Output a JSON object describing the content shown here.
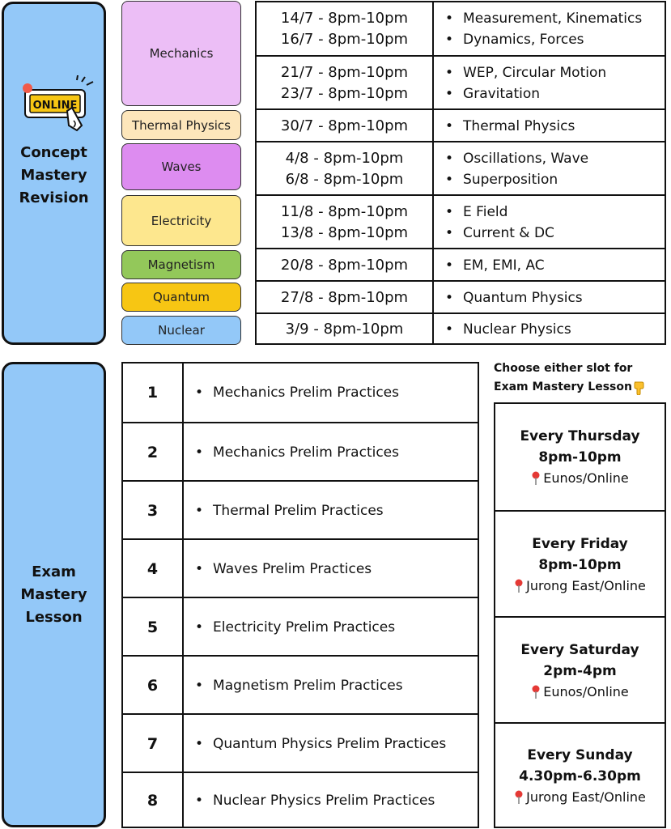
{
  "concept": {
    "title": "Concept\nMastery\nRevision",
    "badge_text": "ONLINE",
    "topics": [
      "Mechanics",
      "Thermal Physics",
      "Waves",
      "Electricity",
      "Magnetism",
      "Quantum",
      "Nuclear"
    ],
    "rows": [
      {
        "dates": [
          "14/7 - 8pm-10pm",
          "16/7 - 8pm-10pm"
        ],
        "topics": [
          "Measurement, Kinematics",
          "Dynamics, Forces"
        ]
      },
      {
        "dates": [
          "21/7 - 8pm-10pm",
          "23/7 - 8pm-10pm"
        ],
        "topics": [
          "WEP, Circular Motion",
          "Gravitation"
        ]
      },
      {
        "dates": [
          "30/7 - 8pm-10pm"
        ],
        "topics": [
          "Thermal Physics"
        ]
      },
      {
        "dates": [
          "4/8 - 8pm-10pm",
          "6/8 - 8pm-10pm"
        ],
        "topics": [
          "Oscillations, Wave",
          "Superposition"
        ]
      },
      {
        "dates": [
          "11/8 - 8pm-10pm",
          "13/8 - 8pm-10pm"
        ],
        "topics": [
          "E Field",
          "Current & DC"
        ]
      },
      {
        "dates": [
          "20/8 - 8pm-10pm"
        ],
        "topics": [
          "EM, EMI, AC"
        ]
      },
      {
        "dates": [
          "27/8 - 8pm-10pm"
        ],
        "topics": [
          "Quantum Physics"
        ]
      },
      {
        "dates": [
          "3/9 - 8pm-10pm"
        ],
        "topics": [
          "Nuclear Physics"
        ]
      }
    ]
  },
  "exam": {
    "title": "Exam\nMastery\nLesson",
    "lessons": [
      {
        "num": "1",
        "text": "Mechanics Prelim Practices"
      },
      {
        "num": "2",
        "text": "Mechanics Prelim Practices"
      },
      {
        "num": "3",
        "text": "Thermal Prelim Practices"
      },
      {
        "num": "4",
        "text": "Waves Prelim Practices"
      },
      {
        "num": "5",
        "text": "Electricity Prelim Practices"
      },
      {
        "num": "6",
        "text": "Magnetism Prelim Practices"
      },
      {
        "num": "7",
        "text": "Quantum Physics Prelim Practices"
      },
      {
        "num": "8",
        "text": "Nuclear Physics Prelim Practices"
      }
    ],
    "choose_line1": "Choose either slot for",
    "choose_line2": "Exam Mastery Lesson",
    "slots": [
      {
        "day": "Every Thursday",
        "time": "8pm-10pm",
        "location": "Eunos/Online"
      },
      {
        "day": "Every Friday",
        "time": "8pm-10pm",
        "location": "Jurong East/Online"
      },
      {
        "day": "Every Saturday",
        "time": "2pm-4pm",
        "location": "Eunos/Online"
      },
      {
        "day": "Every Sunday",
        "time": "4.30pm-6.30pm",
        "location": "Jurong East/Online"
      }
    ]
  },
  "colors": {
    "sidebar": "#93c8f8",
    "mechanics": "#ecbef6",
    "thermal": "#fde6bb",
    "waves": "#dd8cf0",
    "electricity": "#fde78e",
    "magnetism": "#93c85a",
    "quantum": "#f7c613",
    "nuclear": "#93c8f8",
    "pin": "#e53935",
    "badge": "#f7c613"
  },
  "icons": [
    "online-badge-icon",
    "location-pin-icon",
    "pointing-down-hand-icon"
  ]
}
